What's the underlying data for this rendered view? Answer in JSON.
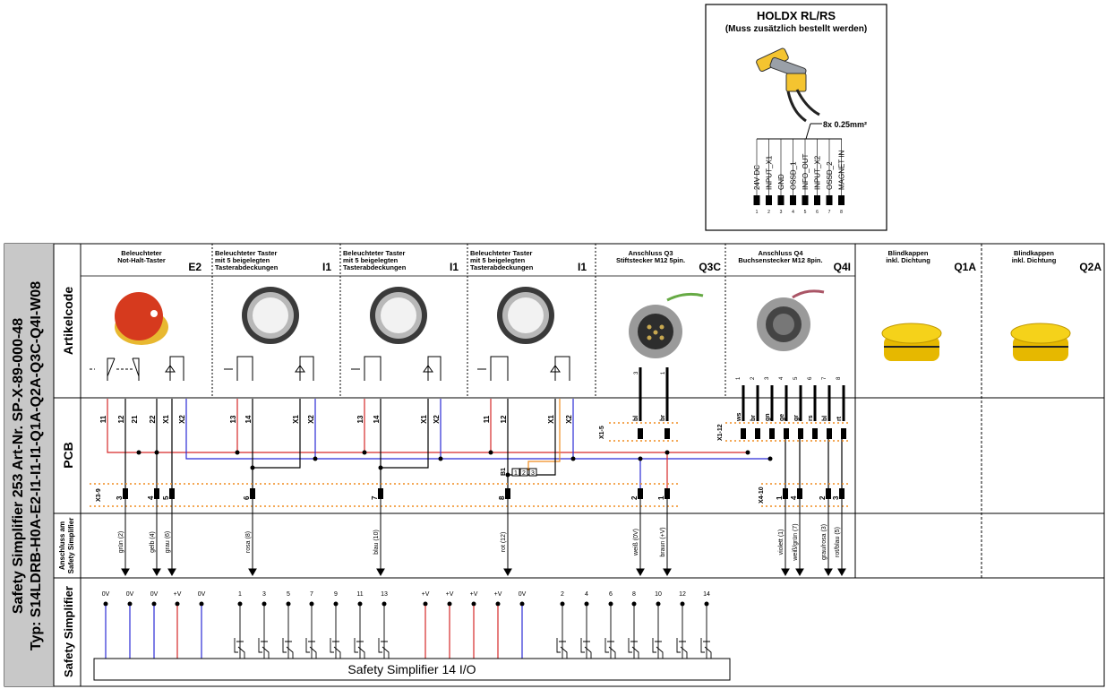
{
  "holdx": {
    "title": "HOLDX RL/RS",
    "subtitle": "(Muss zusätzlich bestellt werden)",
    "cable": "8x 0.25mm²",
    "pins": [
      "24V DC",
      "INPUT_X1",
      "GND",
      "OSSD_1",
      "INFO_OUT",
      "INPUT_X2",
      "OSSD_2",
      "MAGNET IN"
    ],
    "pin_numbers": [
      "1",
      "2",
      "3",
      "4",
      "5",
      "6",
      "7",
      "8"
    ]
  },
  "sidebar": {
    "line1": "Safety Simplifier  253 Art-Nr. SP-X-89-000-48",
    "line2": "Typ: S14LDRB-H0A-E2-I1-I1-I1-Q1A-Q2A-Q3C-Q4I-W08"
  },
  "rows": {
    "artikelcode": "Artikelcode",
    "pcb": "PCB",
    "anschluss_line1": "Anschluss am",
    "anschluss_line2": "Safety Simplifier",
    "safety": "Safety Simplifier"
  },
  "columns": [
    {
      "title": [
        "Beleuchteter",
        "Not-Halt-Taster"
      ],
      "code": "E2"
    },
    {
      "title": [
        "Beleuchteter Taster",
        "mit 5 beigelegten",
        "Tasterabdeckungen"
      ],
      "code": "I1"
    },
    {
      "title": [
        "Beleuchteter Taster",
        "mit 5 beigelegten",
        "Tasterabdeckungen"
      ],
      "code": "I1"
    },
    {
      "title": [
        "Beleuchteter Taster",
        "mit 5 beigelegten",
        "Tasterabdeckungen"
      ],
      "code": "I1"
    },
    {
      "title": [
        "Anschluss Q3",
        "Stiftstecker M12 5pin."
      ],
      "code": "Q3C"
    },
    {
      "title": [
        "Anschluss Q4",
        "Buchsenstecker M12 8pin."
      ],
      "code": "Q4I"
    },
    {
      "title": [
        "Blindkappen",
        "inkl. Dichtung"
      ],
      "code": "Q1A"
    },
    {
      "title": [
        "Blindkappen",
        "inkl. Dichtung"
      ],
      "code": "Q2A"
    }
  ],
  "pcb": {
    "terminals": [
      "11",
      "12",
      "21",
      "22",
      "X1",
      "X2",
      "13",
      "14",
      "X1",
      "X2",
      "13",
      "14",
      "X1",
      "X2",
      "11",
      "12",
      "X1",
      "X2"
    ],
    "q3_labels": [
      "bl",
      "br"
    ],
    "q4_labels": [
      "ws",
      "br",
      "gn",
      "ge",
      "gr",
      "rs",
      "bl",
      "rt"
    ],
    "q3_pins": [
      "3",
      "1"
    ],
    "q4_pins": [
      "1",
      "2",
      "3",
      "4",
      "5",
      "6",
      "7",
      "8"
    ],
    "x1_5": "X1-5",
    "x1_12": "X1-12",
    "x3_9": "X3-9",
    "x4_10": "X4-10",
    "b1": "B1",
    "b1_pins": [
      "1",
      "2",
      "3"
    ],
    "x3_pins": [
      "3",
      "4",
      "5",
      "6",
      "7",
      "8"
    ],
    "q3_out_pins": [
      "2",
      "1"
    ],
    "x4_pins": [
      "1",
      "4",
      "2",
      "3"
    ]
  },
  "wires": [
    "grün (2)",
    "gelb (4)",
    "grau (6)",
    "rosa (8)",
    "blau (10)",
    "rot (12)",
    "weiß (0V)",
    "braun (+V)",
    "violett (1)",
    "weiß/grün (7)",
    "grau/rosa (3)",
    "rot/blau (5)"
  ],
  "terminals_bottom": [
    "0V",
    "0V",
    "0V",
    "+V",
    "0V",
    "1",
    "3",
    "5",
    "7",
    "9",
    "11",
    "13",
    "+V",
    "+V",
    "+V",
    "+V",
    "0V",
    "2",
    "4",
    "6",
    "8",
    "10",
    "12",
    "14"
  ],
  "controller": "Safety Simplifier 14 I/O",
  "colors": {
    "red": "#d62828",
    "blue": "#2a2ad6",
    "orange": "#f08c1e",
    "gray_bar": "#c8c8c8"
  }
}
